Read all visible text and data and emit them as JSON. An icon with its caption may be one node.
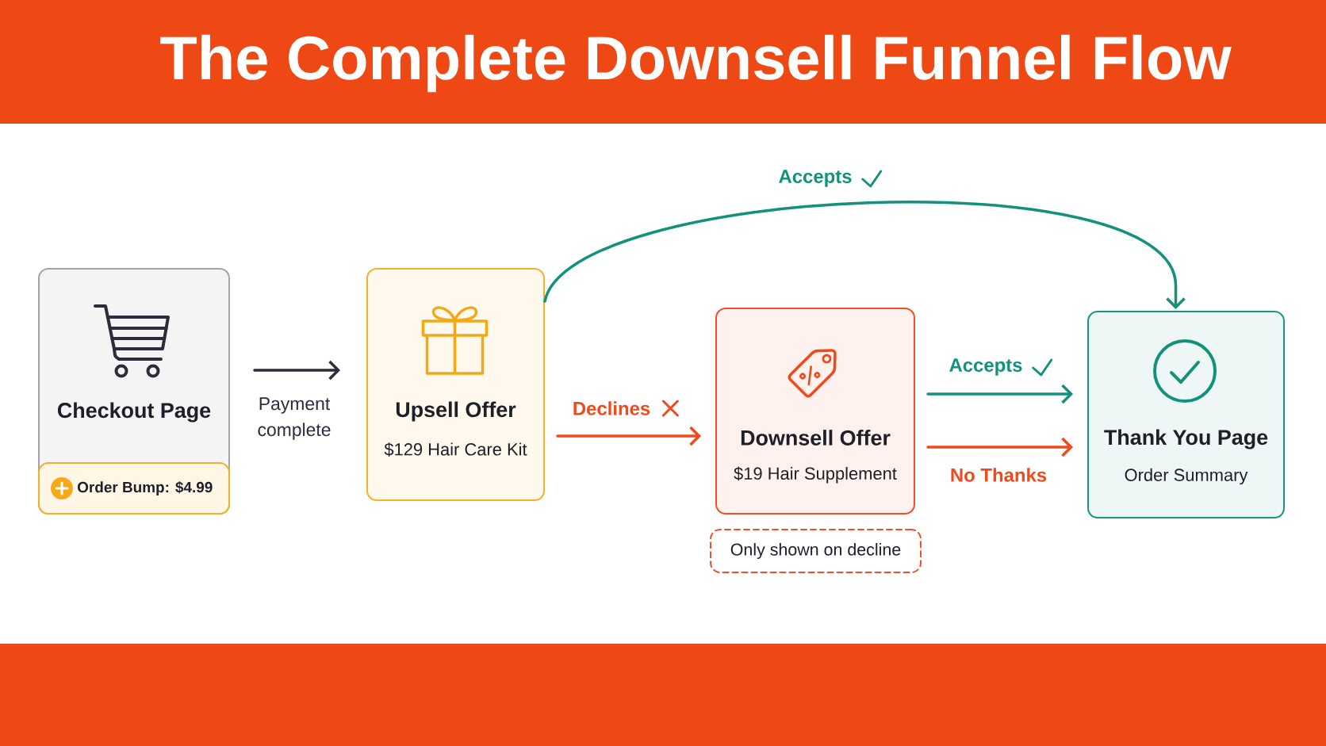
{
  "diagram": {
    "title": "The Complete Downsell Funnel Flow",
    "nodes": [
      {
        "text": [
          "Checkout Page"
        ]
      },
      {
        "text": [
          "Order Bump: $4.99"
        ],
        "in": 0
      },
      {
        "text": [
          "Upsell Offer",
          "$129 Hair Care Kit"
        ]
      },
      {
        "text": [
          "Downsell Offer",
          "$19 Hair Supplement"
        ]
      },
      {
        "text": [
          "Only shown on decline"
        ]
      },
      {
        "text": [
          "Thank You Page",
          "Order Summary"
        ]
      }
    ],
    "edges": [
      {
        "from": 0,
        "to": 2,
        "arrow": "to",
        "label": "Payment complete",
        "color": "#2b2d3b"
      },
      {
        "from": 2,
        "to": 5,
        "arrow": "to",
        "label": "Accepts",
        "color": "#12927b"
      },
      {
        "from": 2,
        "to": 3,
        "arrow": "to",
        "label": "Declines",
        "color": "#f04a1c"
      },
      {
        "from": 3,
        "to": 5,
        "arrow": "to",
        "label": "Accepts",
        "color": "#12927b"
      },
      {
        "from": 3,
        "to": 5,
        "arrow": "to",
        "label": "No Thanks",
        "color": "#f04a1c"
      }
    ]
  }
}
